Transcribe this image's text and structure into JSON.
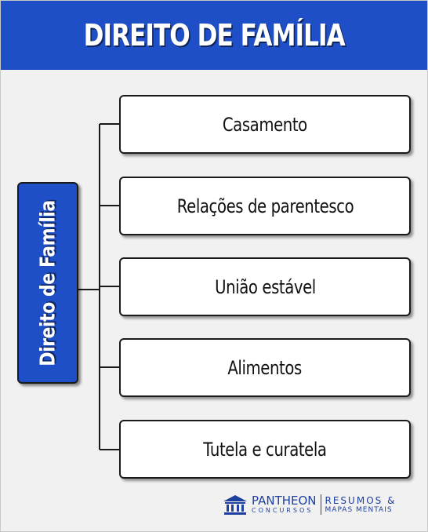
{
  "header": {
    "title": "DIREITO DE FAMÍLIA"
  },
  "root": {
    "label": "Direito de Família"
  },
  "branches": [
    {
      "label": "Casamento"
    },
    {
      "label": "Relações de parentesco"
    },
    {
      "label": "União estável"
    },
    {
      "label": "Alimentos"
    },
    {
      "label": "Tutela e curatela"
    }
  ],
  "footer": {
    "brand_name": "PANTHEON",
    "brand_sub": "CONCURSOS",
    "tagline_line1": "RESUMOS &",
    "tagline_line2": "MAPAS MENTAIS",
    "logo_icon": "temple-icon"
  },
  "colors": {
    "header_bg": "#1f4fc6",
    "root_bg": "#1f4fc6",
    "panel_bg": "#f1f1f1",
    "brand": "#1e3f9e"
  }
}
